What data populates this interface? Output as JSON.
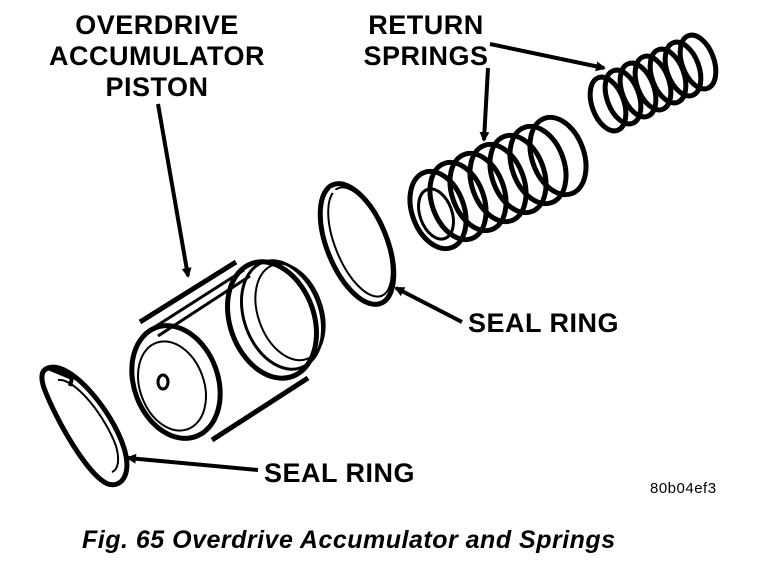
{
  "labels": {
    "piston_line1": "OVERDRIVE",
    "piston_line2": "ACCUMULATOR",
    "piston_line3": "PISTON",
    "springs_line1": "RETURN",
    "springs_line2": "SPRINGS",
    "seal_ring_upper": "SEAL RING",
    "seal_ring_lower": "SEAL RING"
  },
  "figure_code": "80b04ef3",
  "caption": "Fig. 65 Overdrive Accumulator and Springs"
}
